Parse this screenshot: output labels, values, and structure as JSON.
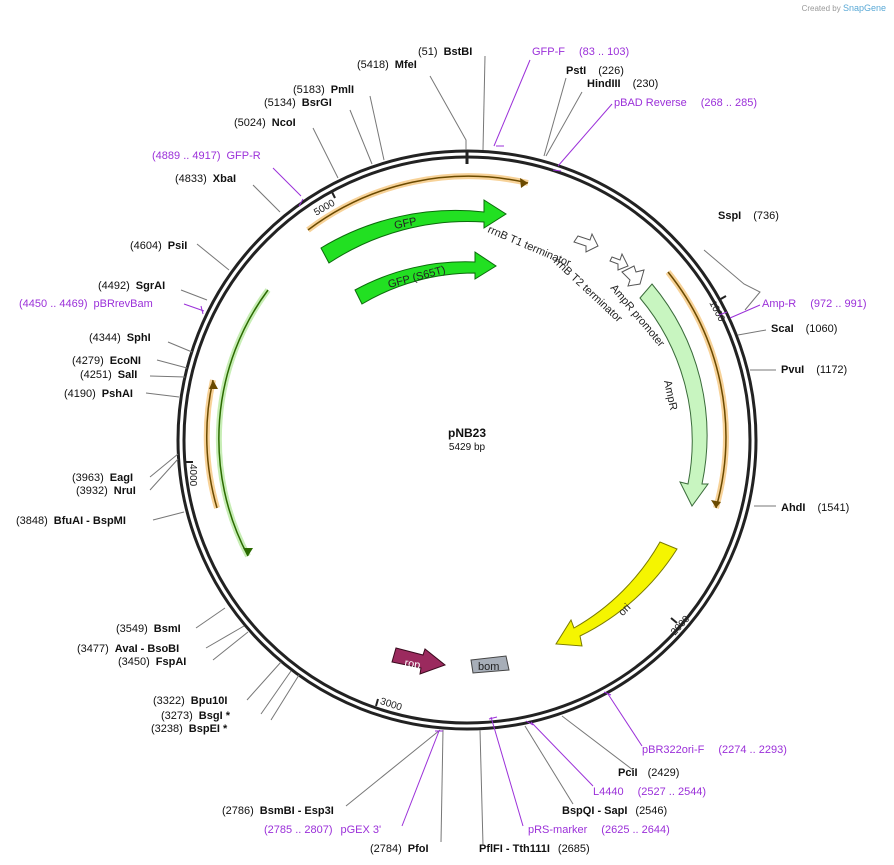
{
  "brand": {
    "created_by": "Created by",
    "product": "SnapGene"
  },
  "plasmid": {
    "name": "pNB23",
    "length": "5429 bp"
  },
  "ticks": [
    "1000",
    "2000",
    "3000",
    "4000",
    "5000"
  ],
  "sites_right": [
    {
      "name": "SspI",
      "pos": "(736)"
    },
    {
      "name": "ScaI",
      "pos": "(1060)"
    },
    {
      "name": "PvuI",
      "pos": "(1172)"
    },
    {
      "name": "AhdI",
      "pos": "(1541)"
    }
  ],
  "sites_top": [
    {
      "name": "BstBI",
      "pos": "(51)"
    },
    {
      "name": "MfeI",
      "pos": "(5418)"
    },
    {
      "name": "PstI",
      "pos": "(226)"
    },
    {
      "name": "HindIII",
      "pos": "(230)"
    }
  ],
  "sites_left": [
    {
      "name": "PmlI",
      "pos": "(5183)"
    },
    {
      "name": "BsrGI",
      "pos": "(5134)"
    },
    {
      "name": "NcoI",
      "pos": "(5024)"
    },
    {
      "name": "XbaI",
      "pos": "(4833)"
    },
    {
      "name": "PsiI",
      "pos": "(4604)"
    },
    {
      "name": "SgrAI",
      "pos": "(4492)"
    },
    {
      "name": "SphI",
      "pos": "(4344)"
    },
    {
      "name": "EcoNI",
      "pos": "(4279)"
    },
    {
      "name": "SalI",
      "pos": "(4251)"
    },
    {
      "name": "PshAI",
      "pos": "(4190)"
    },
    {
      "name": "EagI",
      "pos": "(3963)"
    },
    {
      "name": "NruI",
      "pos": "(3932)"
    },
    {
      "name": "BfuAI  -  BspMI",
      "pos": "(3848)"
    },
    {
      "name": "BsmI",
      "pos": "(3549)"
    },
    {
      "name": "AvaI  -  BsoBI",
      "pos": "(3477)"
    },
    {
      "name": "FspAI",
      "pos": "(3450)"
    },
    {
      "name": "Bpu10I",
      "pos": "(3322)"
    },
    {
      "name": "BsgI *",
      "pos": "(3273)"
    },
    {
      "name": "BspEI *",
      "pos": "(3238)"
    }
  ],
  "sites_bottom": [
    {
      "name": "BsmBI  -  Esp3I",
      "pos": "(2786)"
    },
    {
      "name": "PfoI",
      "pos": "(2784)"
    },
    {
      "name": "PflFI  -  Tth111I",
      "pos": "(2685)"
    },
    {
      "name": "BspQI  -  SapI",
      "pos": "(2546)"
    },
    {
      "name": "PciI",
      "pos": "(2429)"
    }
  ],
  "primers": [
    {
      "name": "GFP-F",
      "range": "(83 .. 103)"
    },
    {
      "name": "pBAD Reverse",
      "range": "(268 .. 285)"
    },
    {
      "name": "Amp-R",
      "range": "(972 .. 991)"
    },
    {
      "name": "GFP-R",
      "range": "(4889 .. 4917)"
    },
    {
      "name": "pBRrevBam",
      "range": "(4450 .. 4469)"
    },
    {
      "name": "pBR322ori-F",
      "range": "(2274 .. 2293)"
    },
    {
      "name": "L4440",
      "range": "(2527 .. 2544)"
    },
    {
      "name": "pRS-marker",
      "range": "(2625 .. 2644)"
    },
    {
      "name": "pGEX 3'",
      "range": "(2785 .. 2807)"
    }
  ],
  "features": [
    {
      "name": "GFP",
      "color": "#22e022"
    },
    {
      "name": "GFP (S65T)",
      "color": "#22e022"
    },
    {
      "name": "rrnB T1 terminator",
      "color": "#ffffff"
    },
    {
      "name": "rrnB T2 terminator",
      "color": "#ffffff"
    },
    {
      "name": "AmpR promoter",
      "color": "#ffffff"
    },
    {
      "name": "AmpR",
      "color": "#c8f5c0"
    },
    {
      "name": "ori",
      "color": "#f5f500"
    },
    {
      "name": "rop",
      "color": "#9b2a5e"
    },
    {
      "name": "bom",
      "color": "#a7aeb8"
    }
  ]
}
